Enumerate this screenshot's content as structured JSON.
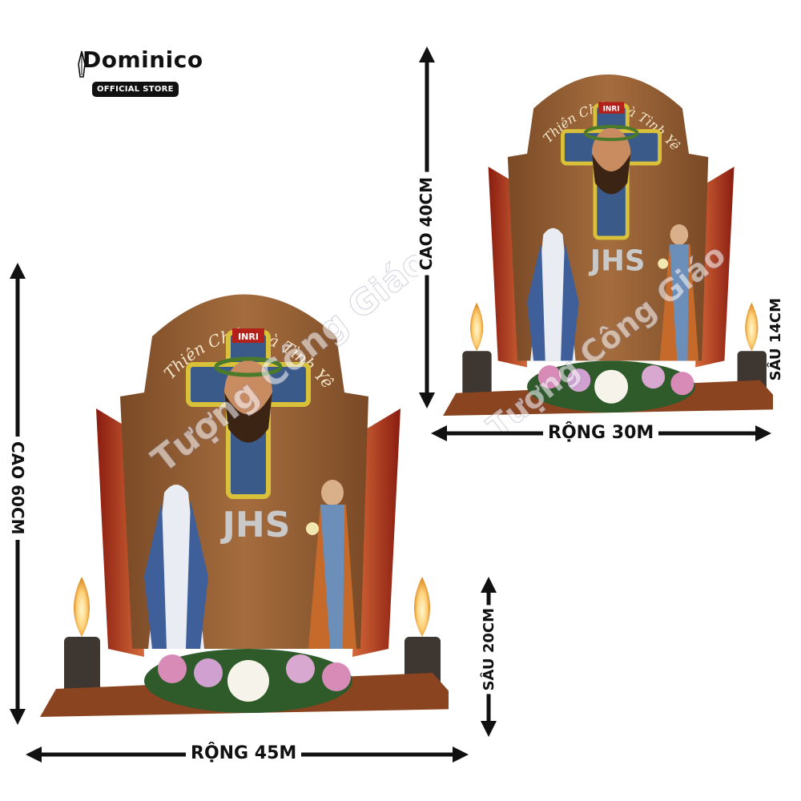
{
  "brand": {
    "name": "Dominico",
    "badge": "OFFICIAL STORE"
  },
  "large": {
    "height_label": "CAO 60CM",
    "width_label": "RỘNG 45M",
    "depth_label": "SÂU 20CM",
    "banner_text": "Thiên Chúa Là Tình Yêu",
    "monogram": "JHS",
    "inri": "INRI"
  },
  "small": {
    "height_label": "CAO 40CM",
    "width_label": "RỘNG 30M",
    "depth_label": "SÂU 14CM",
    "banner_text": "Thiên Chúa Là Tình Yêu",
    "monogram": "JHS",
    "inri": "INRI"
  },
  "watermark": "Tượng Công Giáo"
}
